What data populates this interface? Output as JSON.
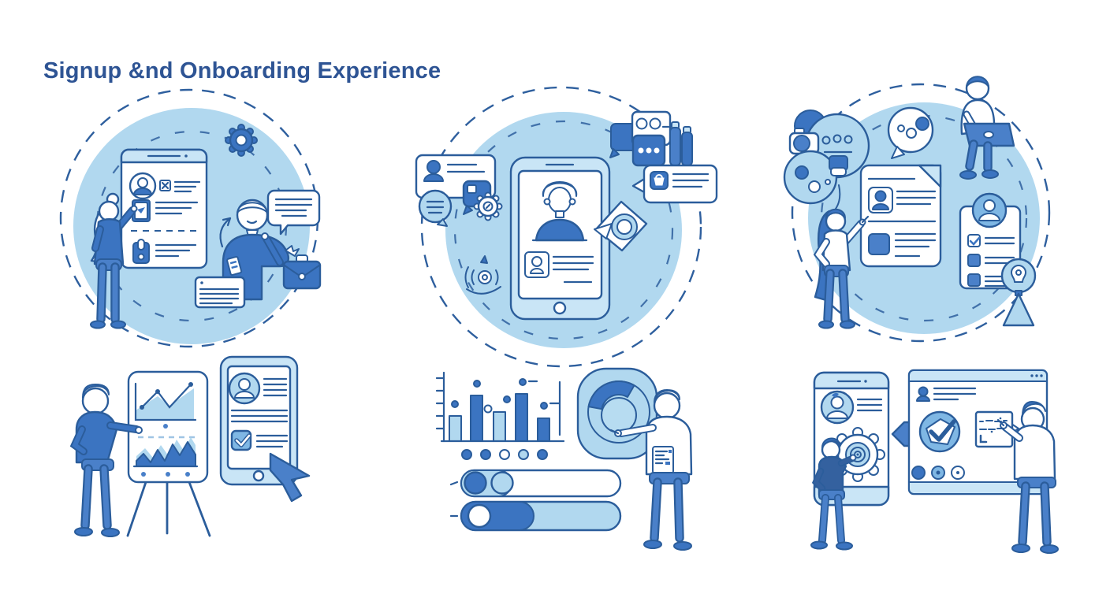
{
  "header": {
    "title": "Signup &nd Onboarding Experience"
  },
  "palette": {
    "title_text": "#2e5494",
    "outline": "#2b5d9b",
    "background": "#ffffff",
    "circle_fill": "#b1d8ef",
    "light_fill": "#c9e5f6",
    "medium_blue": "#7fb7e4",
    "primary_blue": "#3b74c1",
    "secondary_blue": "#4a80c9",
    "dash_stroke": "#2e5f9e"
  },
  "scenes": [
    {
      "id": "signup-form",
      "position": "top-left",
      "objects": [
        "dashed-circle",
        "signup-form-card",
        "profile-avatar",
        "checkbox-x",
        "image-field",
        "id-badge",
        "gear-icon",
        "woman-filling-form",
        "thinking-man",
        "speech-bubble",
        "note-card",
        "paper-icon",
        "briefcase-icon",
        "curved-arrow"
      ]
    },
    {
      "id": "mobile-profile",
      "position": "top-center",
      "objects": [
        "dashed-circles",
        "smartphone",
        "user-avatar",
        "id-card",
        "contact-card",
        "chat-bubble",
        "round-message-bubble",
        "gear-icon",
        "signal-icon",
        "navigation-cursor",
        "message-bubble-with-icon",
        "notification-cards",
        "bar-widgets"
      ]
    },
    {
      "id": "profile-review",
      "position": "top-right",
      "objects": [
        "dashed-circle",
        "thought-cluster",
        "camera-icon",
        "dots-speech-bubble",
        "person-with-laptop",
        "resume-document",
        "woman-editing-document",
        "checklist-card",
        "spotlight-tripod"
      ]
    },
    {
      "id": "presentation",
      "position": "bottom-left",
      "objects": [
        "presenter-person",
        "flipchart-easel",
        "line-chart",
        "area-chart",
        "tablet-device",
        "profile-summary",
        "checkbox-checked",
        "cursor-arrow"
      ]
    },
    {
      "id": "progress-dashboard",
      "position": "bottom-center",
      "objects": [
        "bar-chart",
        "progress-dots",
        "toggle-slider-1",
        "toggle-slider-2",
        "donut-chart",
        "pointing-man",
        "chest-badge"
      ]
    },
    {
      "id": "verification",
      "position": "bottom-right",
      "objects": [
        "phone-device",
        "profile-avatar",
        "gear-target-icon",
        "helper-person",
        "arrow-tag-icon",
        "browser-window",
        "checkmark-circle",
        "status-dots",
        "whiteboard-note",
        "writer-person"
      ]
    }
  ]
}
